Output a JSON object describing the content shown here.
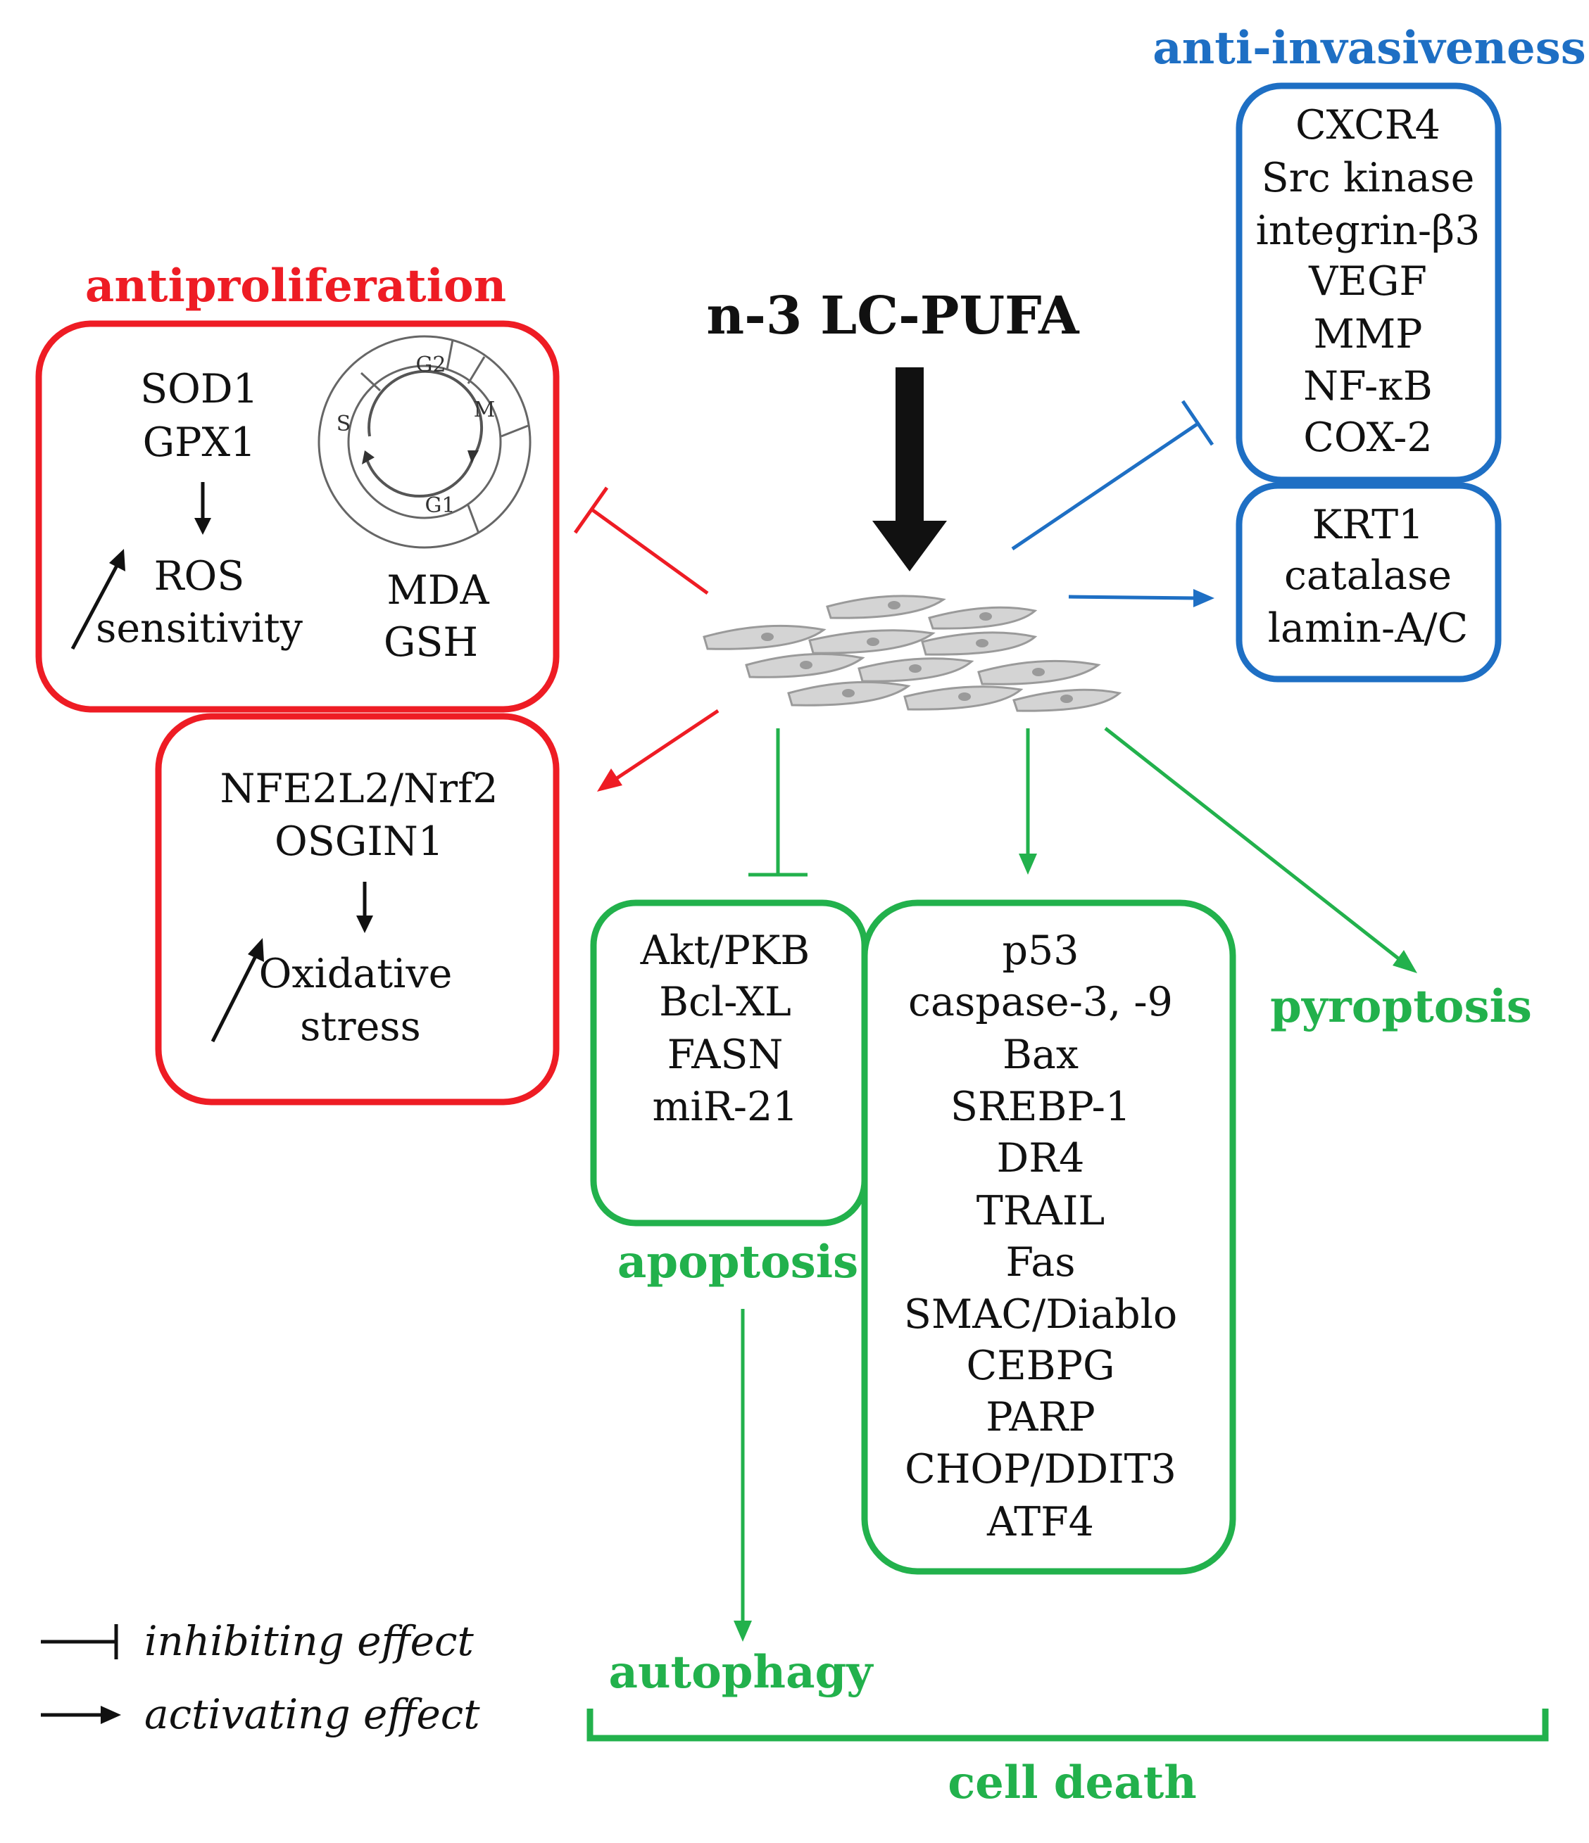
{
  "colors": {
    "red": "#ee1c24",
    "blue": "#1e6fc4",
    "green": "#22b14c",
    "black": "#111111",
    "cell_fill": "#d4d4d4",
    "cell_stroke": "#9a9a9a"
  },
  "title": "n-3 LC-PUFA",
  "antiproliferation": {
    "heading": "antiproliferation",
    "box1": {
      "items": [
        "SOD1",
        "GPX1"
      ],
      "result": [
        "ROS",
        "sensitivity"
      ],
      "markers": [
        "MDA",
        "GSH"
      ],
      "cell_cycle": [
        "G2",
        "M",
        "S",
        "G1"
      ]
    },
    "box2": {
      "items": [
        "NFE2L2/Nrf2",
        "OSGIN1"
      ],
      "result": [
        "Oxidative",
        "stress"
      ]
    }
  },
  "anti_invasiveness": {
    "heading": "anti-invasiveness",
    "inhibited": [
      "CXCR4",
      "Src kinase",
      "integrin-β3",
      "VEGF",
      "MMP",
      "NF-κB",
      "COX-2"
    ],
    "activated": [
      "KRT1",
      "catalase",
      "lamin-A/C"
    ]
  },
  "cell_death": {
    "heading": "cell death",
    "apoptosis_label": "apoptosis",
    "autophagy_label": "autophagy",
    "pyroptosis_label": "pyroptosis",
    "inhibited": [
      "Akt/PKB",
      "Bcl-XL",
      "FASN",
      "miR-21"
    ],
    "activated": [
      "p53",
      "caspase-3, -9",
      "Bax",
      "SREBP-1",
      "DR4",
      "TRAIL",
      "Fas",
      "SMAC/Diablo",
      "CEBPG",
      "PARP",
      "CHOP/DDIT3",
      "ATF4"
    ]
  },
  "legend": {
    "inhibiting": "inhibiting effect",
    "activating": "activating effect"
  }
}
